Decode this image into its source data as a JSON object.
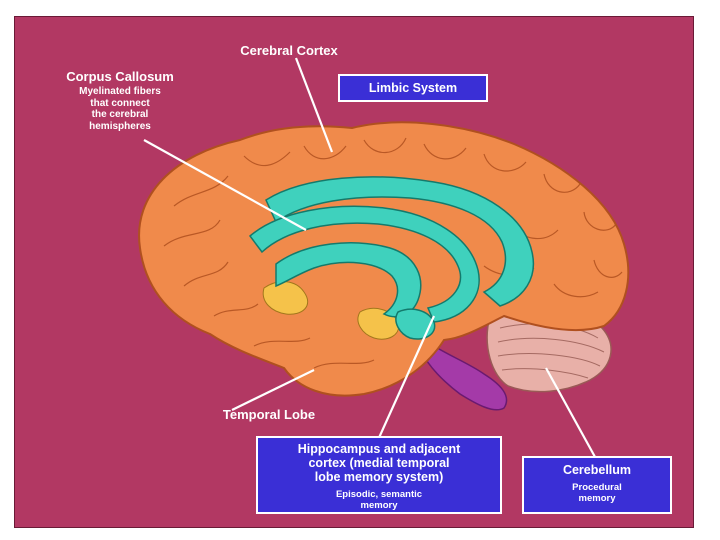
{
  "labels": {
    "cerebral_cortex": "Cerebral Cortex",
    "corpus_callosum": "Corpus Callosum",
    "corpus_callosum_desc": [
      "Myelinated fibers",
      "that connect",
      "the cerebral",
      "hemispheres"
    ],
    "temporal_lobe": "Temporal Lobe"
  },
  "boxes": {
    "limbic_system": "Limbic System",
    "hippocampus_title": [
      "Hippocampus and adjacent",
      "cortex (medial temporal",
      "lobe memory system)"
    ],
    "hippocampus_desc": [
      "Episodic, semantic",
      "memory"
    ],
    "cerebellum_title": "Cerebellum",
    "cerebellum_desc": [
      "Procedural",
      "memory"
    ]
  },
  "colors": {
    "background": "#b23863",
    "brain": "#f08a4b",
    "limbic": "#3fd1bd",
    "box": "#3a2fd6",
    "brainstem": "#a43aa8",
    "cerebellum": "#e8b0a8",
    "yellow_structures": "#f5c24a"
  }
}
